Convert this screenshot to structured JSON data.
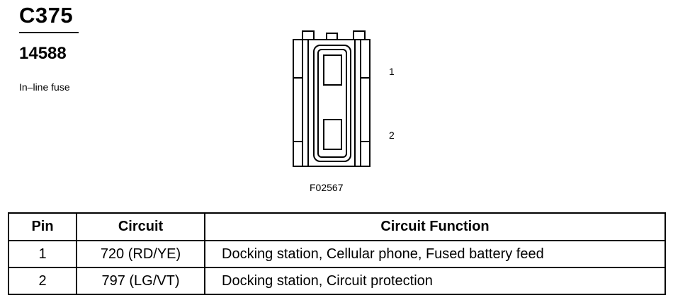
{
  "connector": {
    "id": "C375",
    "part_number": "14588",
    "description": "In–line fuse",
    "pin_labels": [
      "1",
      "2"
    ],
    "figure_id": "F02567"
  },
  "pin_table": {
    "headers": [
      "Pin",
      "Circuit",
      "Circuit Function"
    ],
    "rows": [
      {
        "pin": "1",
        "circuit": "720 (RD/YE)",
        "function": "Docking station, Cellular phone, Fused battery feed"
      },
      {
        "pin": "2",
        "circuit": "797 (LG/VT)",
        "function": "Docking station, Circuit protection"
      }
    ]
  }
}
